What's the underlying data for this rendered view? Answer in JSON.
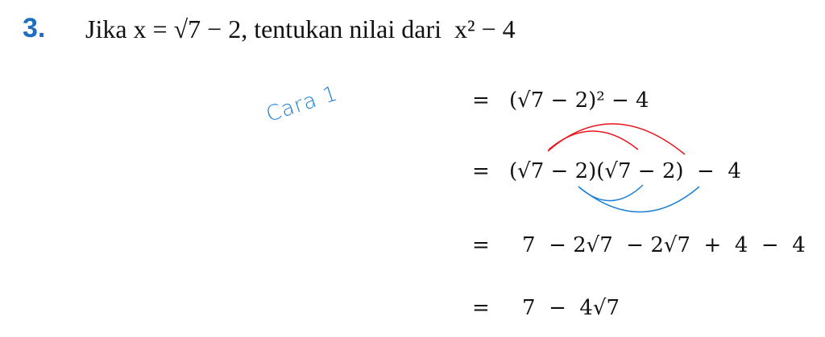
{
  "problem": {
    "number": "3.",
    "text": "Jika x = √7 − 2, tentukan nilai dari  x² − 4"
  },
  "annotation": "Cara 1",
  "steps": [
    {
      "equals": "=",
      "expr": "(√7 − 2)² − 4"
    },
    {
      "equals": "=",
      "expr": "(√7 − 2)(√7 − 2)  −  4"
    },
    {
      "equals": "=",
      "expr": "7  − 2√7  − 2√7  +  4  −  4"
    },
    {
      "equals": "=",
      "expr": "7  −  4√7"
    }
  ],
  "colors": {
    "number": "#1f6fc0",
    "annotation": "#1a7fd4",
    "red_arcs": "#e8141b",
    "blue_arcs": "#1a7fd4"
  }
}
